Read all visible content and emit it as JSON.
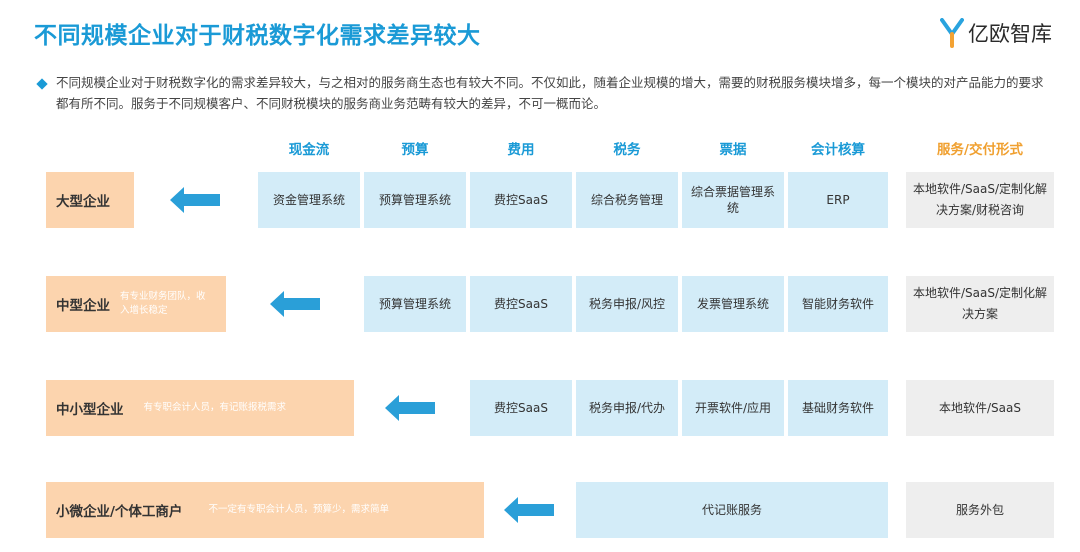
{
  "title": "不同规模企业对于财税数字化需求差异较大",
  "logo": {
    "text": "亿欧智库"
  },
  "intro": "不同规模企业对于财税数字化的需求差异较大，与之相对的服务商生态也有较大不同。不仅如此，随着企业规模的增大，需要的财税服务模块增多，每一个模块的对产品能力的要求都有所不同。服务于不同规模客户、不同财税模块的服务商业务范畴有较大的差异，不可一概而论。",
  "columns": [
    "现金流",
    "预算",
    "费用",
    "税务",
    "票据",
    "会计核算"
  ],
  "service_header": "服务/交付形式",
  "rows": [
    {
      "name": "大型企业",
      "note": "",
      "cells": [
        "资金管理系统",
        "预算管理系统",
        "费控SaaS",
        "综合税务管理",
        "综合票据管理系统",
        "ERP"
      ],
      "service": "本地软件/SaaS/定制化解决方案/财税咨询"
    },
    {
      "name": "中型企业",
      "note": "有专业财务团队，收入增长稳定",
      "cells": [
        "预算管理系统",
        "费控SaaS",
        "税务申报/风控",
        "发票管理系统",
        "智能财务软件"
      ],
      "service": "本地软件/SaaS/定制化解决方案"
    },
    {
      "name": "中小型企业",
      "note": "有专职会计人员，有记账报税需求",
      "cells": [
        "费控SaaS",
        "税务申报/代办",
        "开票软件/应用",
        "基础财务软件"
      ],
      "service": "本地软件/SaaS"
    },
    {
      "name": "小微企业/个体工商户",
      "note": "不一定有专职会计人员，预算少，需求简单",
      "cells": [
        "代记账服务"
      ],
      "service": "服务外包"
    }
  ],
  "colors": {
    "title": "#1a9ad6",
    "row_label_bg": "#fcd4ae",
    "cell_bg": "#d3ecf8",
    "service_bg": "#eeeeee",
    "arrow": "#2a9fd8",
    "service_header": "#f0a030"
  }
}
